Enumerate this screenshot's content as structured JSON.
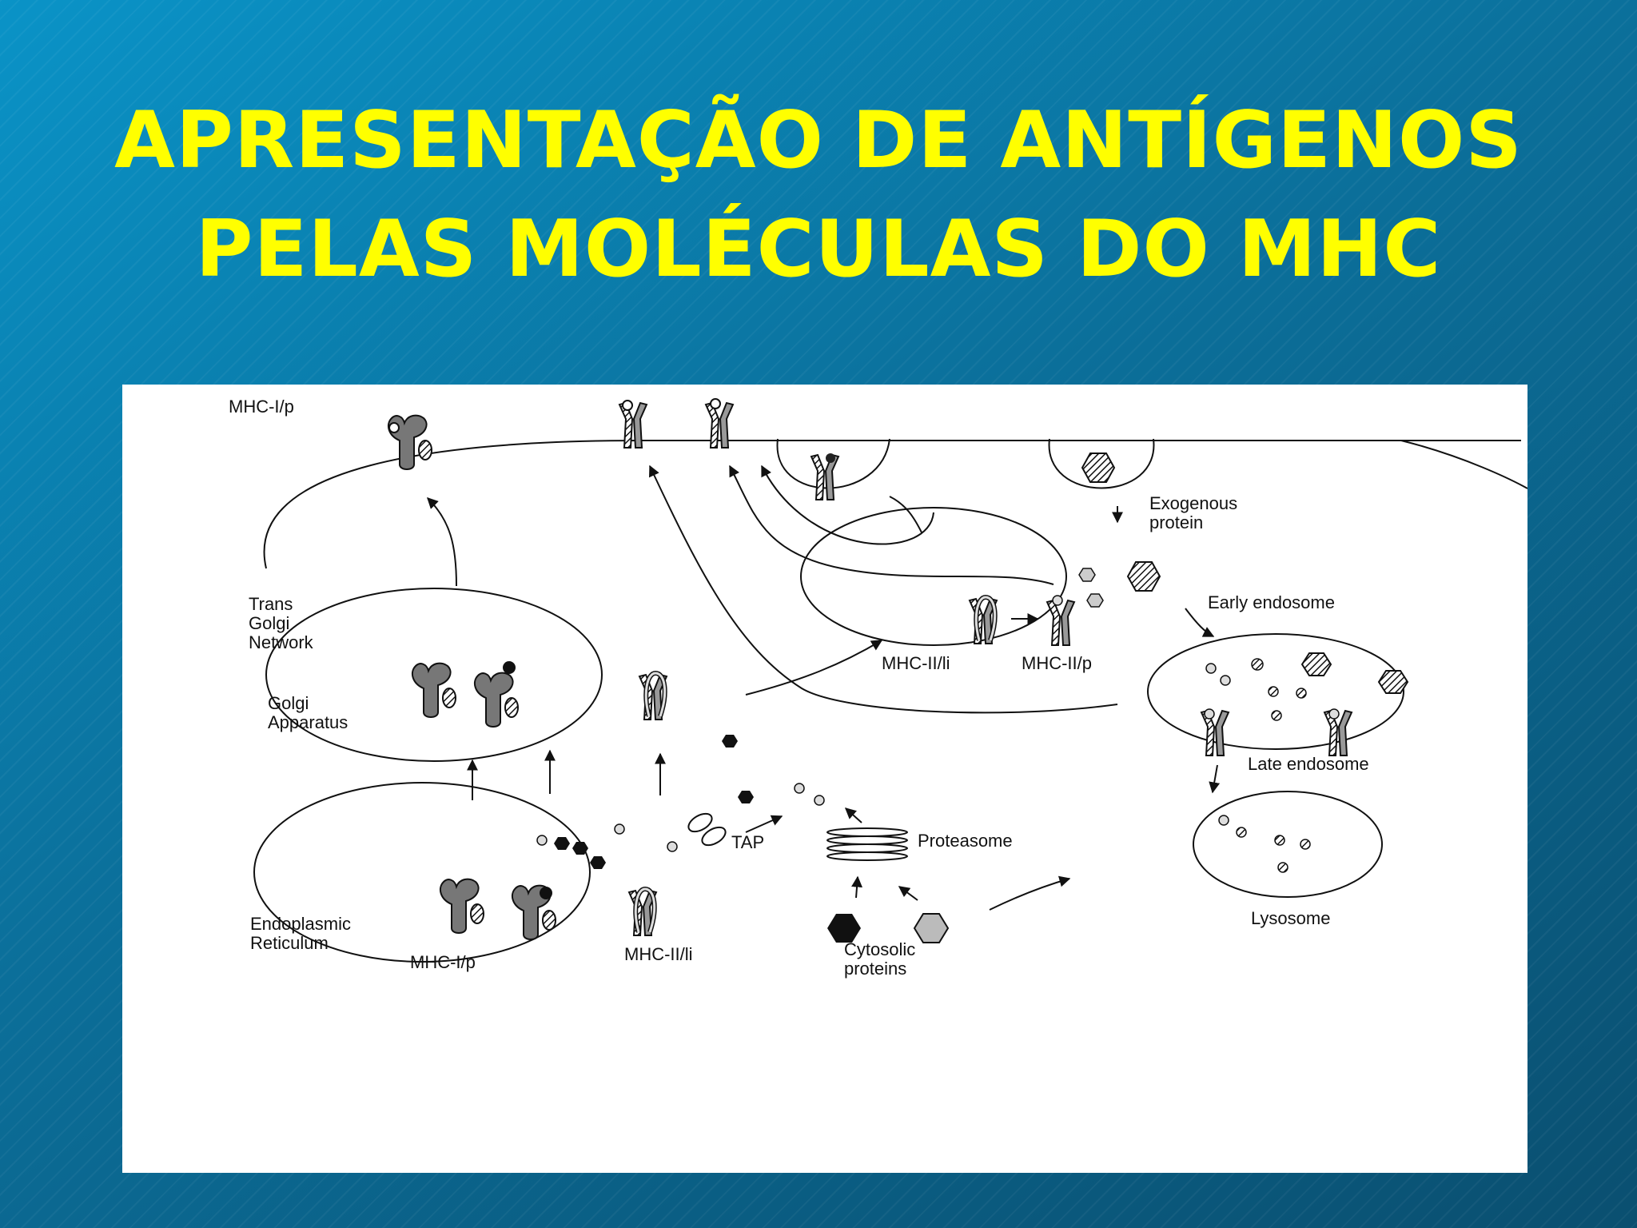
{
  "title": {
    "line1": "APRESENTAÇÃO DE ANTÍGENOS",
    "line2": "PELAS MOLÉCULAS DO MHC"
  },
  "diagram": {
    "labels": {
      "mhc1p_top": "MHC-I/p",
      "exogenous_1": "Exogenous",
      "exogenous_2": "protein",
      "early_endosome": "Early endosome",
      "trans_1": "Trans",
      "trans_2": "Golgi",
      "trans_3": "Network",
      "golgi_1": "Golgi",
      "golgi_2": "Apparatus",
      "mhc2li_endo": "MHC-II/li",
      "mhc2p_endo": "MHC-II/p",
      "late_endosome": "Late endosome",
      "tap": "TAP",
      "proteasome": "Proteasome",
      "lysosome": "Lysosome",
      "er_1": "Endoplasmic",
      "er_2": "Reticulum",
      "mhc1p_er": "MHC-I/p",
      "mhc2li_er": "MHC-II/li",
      "cyto_1": "Cytosolic",
      "cyto_2": "proteins"
    }
  }
}
